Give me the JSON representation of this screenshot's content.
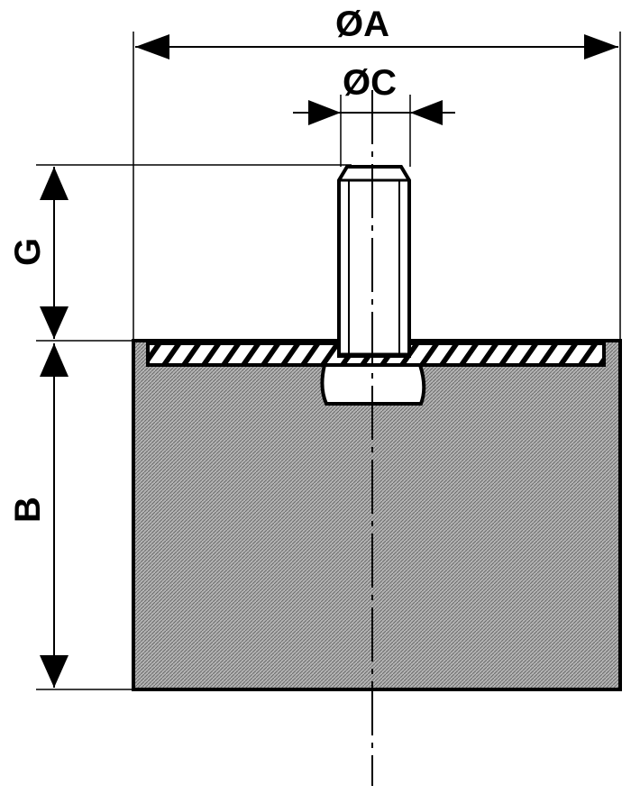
{
  "labels": {
    "dim_a": "ØA",
    "dim_c": "ØC",
    "dim_g": "G",
    "dim_b": "B"
  },
  "colors": {
    "ink": "#000000",
    "rubber": "#a8a8a8",
    "background": "#ffffff"
  }
}
